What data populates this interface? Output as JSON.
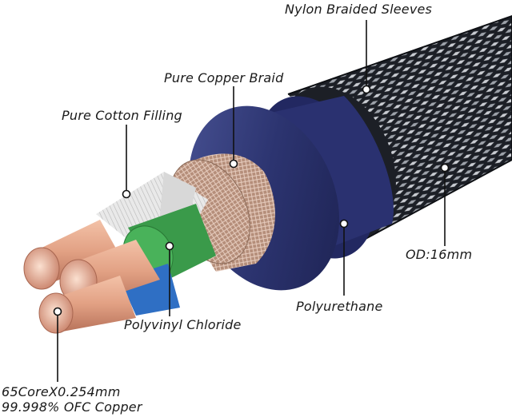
{
  "labels": {
    "sleeves": "Nylon Braided Sleeves",
    "braid": "Pure Copper Braid",
    "cotton": "Pure Cotton Filling",
    "od": "OD:16mm",
    "polyurethane": "Polyurethane",
    "pvc": "Polyvinyl Chloride",
    "copper_line1": "65CoreX0.254mm",
    "copper_line2": "99.998% OFC Copper"
  },
  "colors": {
    "sleeve_dark": "#1c1f26",
    "sleeve_pattern": "#c9ccd2",
    "jacket_blue": "#2c3470",
    "braid_copper": "#b58e7a",
    "conductor_copper": "#e2a184",
    "insulation_green": "#3a9a4a",
    "insulation_blue": "#2f6fc4",
    "filler_white": "#e9e9e9"
  }
}
